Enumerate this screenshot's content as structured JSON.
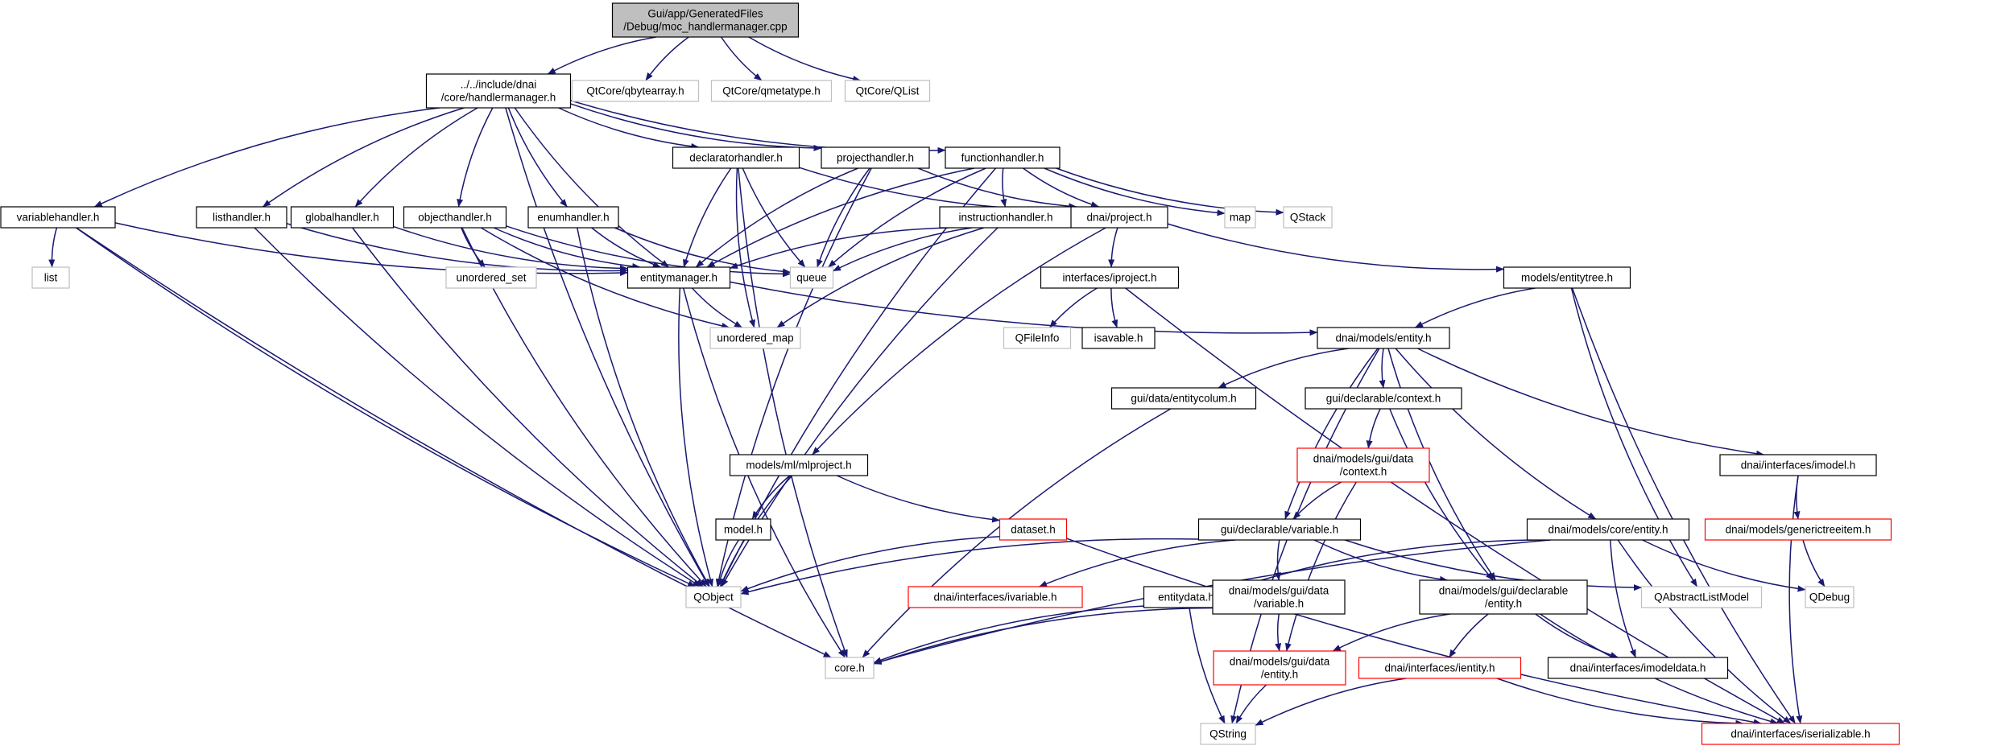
{
  "colors": {
    "edge": "#191970",
    "root_fill": "#bfbfbf",
    "node_border": "#000000",
    "missing_border": "#bfbfbf",
    "missing_text": "#7f7f7f",
    "incomplete_border": "#ff0000"
  },
  "nodes": [
    {
      "id": "root",
      "lines": [
        "Gui/app/GeneratedFiles",
        "/Debug/moc_handlermanager.cpp"
      ],
      "style": "root"
    },
    {
      "id": "handlermanager",
      "lines": [
        "../../include/dnai",
        "/core/handlermanager.h"
      ],
      "style": "normal"
    },
    {
      "id": "qbytearray",
      "lines": [
        "QtCore/qbytearray.h"
      ],
      "style": "missing"
    },
    {
      "id": "qmetatype",
      "lines": [
        "QtCore/qmetatype.h"
      ],
      "style": "missing"
    },
    {
      "id": "qlist",
      "lines": [
        "QtCore/QList"
      ],
      "style": "missing"
    },
    {
      "id": "declaratorhandler",
      "lines": [
        "declaratorhandler.h"
      ],
      "style": "normal"
    },
    {
      "id": "projecthandler",
      "lines": [
        "projecthandler.h"
      ],
      "style": "normal"
    },
    {
      "id": "functionhandler",
      "lines": [
        "functionhandler.h"
      ],
      "style": "normal"
    },
    {
      "id": "variablehandler",
      "lines": [
        "variablehandler.h"
      ],
      "style": "normal"
    },
    {
      "id": "listhandler",
      "lines": [
        "listhandler.h"
      ],
      "style": "normal"
    },
    {
      "id": "globalhandler",
      "lines": [
        "globalhandler.h"
      ],
      "style": "normal"
    },
    {
      "id": "objecthandler",
      "lines": [
        "objecthandler.h"
      ],
      "style": "normal"
    },
    {
      "id": "enumhandler",
      "lines": [
        "enumhandler.h"
      ],
      "style": "normal"
    },
    {
      "id": "instructionhandler",
      "lines": [
        "instructionhandler.h"
      ],
      "style": "normal"
    },
    {
      "id": "project",
      "lines": [
        "dnai/project.h"
      ],
      "style": "normal"
    },
    {
      "id": "map",
      "lines": [
        "map"
      ],
      "style": "missing"
    },
    {
      "id": "qstack",
      "lines": [
        "QStack"
      ],
      "style": "missing"
    },
    {
      "id": "list",
      "lines": [
        "list"
      ],
      "style": "missing"
    },
    {
      "id": "unordered_set",
      "lines": [
        "unordered_set"
      ],
      "style": "missing"
    },
    {
      "id": "entitymanager",
      "lines": [
        "entitymanager.h"
      ],
      "style": "normal"
    },
    {
      "id": "queue",
      "lines": [
        "queue"
      ],
      "style": "missing"
    },
    {
      "id": "unordered_map",
      "lines": [
        "unordered_map"
      ],
      "style": "missing"
    },
    {
      "id": "iproject",
      "lines": [
        "interfaces/iproject.h"
      ],
      "style": "normal"
    },
    {
      "id": "qfileinfo",
      "lines": [
        "QFileInfo"
      ],
      "style": "missing"
    },
    {
      "id": "isavable",
      "lines": [
        "isavable.h"
      ],
      "style": "normal"
    },
    {
      "id": "entitytree",
      "lines": [
        "models/entitytree.h"
      ],
      "style": "normal"
    },
    {
      "id": "entity",
      "lines": [
        "dnai/models/entity.h"
      ],
      "style": "normal"
    },
    {
      "id": "entitycolum",
      "lines": [
        "gui/data/entitycolum.h"
      ],
      "style": "normal"
    },
    {
      "id": "context",
      "lines": [
        "gui/declarable/context.h"
      ],
      "style": "normal"
    },
    {
      "id": "guidata_context",
      "lines": [
        "dnai/models/gui/data",
        "/context.h"
      ],
      "style": "incomplete"
    },
    {
      "id": "imodel",
      "lines": [
        "dnai/interfaces/imodel.h"
      ],
      "style": "normal"
    },
    {
      "id": "mlproject",
      "lines": [
        "models/ml/mlproject.h"
      ],
      "style": "normal"
    },
    {
      "id": "model",
      "lines": [
        "model.h"
      ],
      "style": "normal"
    },
    {
      "id": "dataset",
      "lines": [
        "dataset.h"
      ],
      "style": "incomplete"
    },
    {
      "id": "variable",
      "lines": [
        "gui/declarable/variable.h"
      ],
      "style": "normal"
    },
    {
      "id": "core_entity",
      "lines": [
        "dnai/models/core/entity.h"
      ],
      "style": "normal"
    },
    {
      "id": "generictreeitem",
      "lines": [
        "dnai/models/generictreeitem.h"
      ],
      "style": "incomplete"
    },
    {
      "id": "qobject",
      "lines": [
        "QObject"
      ],
      "style": "missing"
    },
    {
      "id": "ivariable",
      "lines": [
        "dnai/interfaces/ivariable.h"
      ],
      "style": "incomplete"
    },
    {
      "id": "entitydata",
      "lines": [
        "entitydata.h"
      ],
      "style": "normal"
    },
    {
      "id": "guidata_variable",
      "lines": [
        "dnai/models/gui/data",
        "/variable.h"
      ],
      "style": "normal"
    },
    {
      "id": "decl_entity",
      "lines": [
        "dnai/models/gui/declarable",
        "/entity.h"
      ],
      "style": "normal"
    },
    {
      "id": "qabstractlistmodel",
      "lines": [
        "QAbstractListModel"
      ],
      "style": "missing"
    },
    {
      "id": "qdebug",
      "lines": [
        "QDebug"
      ],
      "style": "missing"
    },
    {
      "id": "guidata_entity",
      "lines": [
        "dnai/models/gui/data",
        "/entity.h"
      ],
      "style": "incomplete"
    },
    {
      "id": "ientity",
      "lines": [
        "dnai/interfaces/ientity.h"
      ],
      "style": "incomplete"
    },
    {
      "id": "imodeldata",
      "lines": [
        "dnai/interfaces/imodeldata.h"
      ],
      "style": "normal"
    },
    {
      "id": "core",
      "lines": [
        "core.h"
      ],
      "style": "missing"
    },
    {
      "id": "qstring",
      "lines": [
        "QString"
      ],
      "style": "missing"
    },
    {
      "id": "iserializable",
      "lines": [
        "dnai/interfaces/iserializable.h"
      ],
      "style": "incomplete"
    }
  ],
  "edges": [
    [
      "root",
      "handlermanager"
    ],
    [
      "root",
      "qbytearray"
    ],
    [
      "root",
      "qmetatype"
    ],
    [
      "root",
      "qlist"
    ],
    [
      "handlermanager",
      "declaratorhandler"
    ],
    [
      "handlermanager",
      "projecthandler"
    ],
    [
      "handlermanager",
      "functionhandler"
    ],
    [
      "handlermanager",
      "variablehandler"
    ],
    [
      "handlermanager",
      "listhandler"
    ],
    [
      "handlermanager",
      "globalhandler"
    ],
    [
      "handlermanager",
      "objecthandler"
    ],
    [
      "handlermanager",
      "enumhandler"
    ],
    [
      "handlermanager",
      "entitymanager"
    ],
    [
      "handlermanager",
      "qobject"
    ],
    [
      "declaratorhandler",
      "entitymanager"
    ],
    [
      "declaratorhandler",
      "queue"
    ],
    [
      "declaratorhandler",
      "unordered_map"
    ],
    [
      "declaratorhandler",
      "project"
    ],
    [
      "declaratorhandler",
      "core"
    ],
    [
      "projecthandler",
      "entitymanager"
    ],
    [
      "projecthandler",
      "queue"
    ],
    [
      "projecthandler",
      "project"
    ],
    [
      "projecthandler",
      "qobject"
    ],
    [
      "functionhandler",
      "instructionhandler"
    ],
    [
      "functionhandler",
      "map"
    ],
    [
      "functionhandler",
      "qstack"
    ],
    [
      "functionhandler",
      "entitymanager"
    ],
    [
      "functionhandler",
      "queue"
    ],
    [
      "functionhandler",
      "project"
    ],
    [
      "functionhandler",
      "qobject"
    ],
    [
      "variablehandler",
      "list"
    ],
    [
      "variablehandler",
      "entitymanager"
    ],
    [
      "variablehandler",
      "qobject"
    ],
    [
      "variablehandler",
      "core"
    ],
    [
      "listhandler",
      "entitymanager"
    ],
    [
      "listhandler",
      "qobject"
    ],
    [
      "globalhandler",
      "entitymanager"
    ],
    [
      "globalhandler",
      "qobject"
    ],
    [
      "objecthandler",
      "unordered_set"
    ],
    [
      "objecthandler",
      "entitymanager"
    ],
    [
      "objecthandler",
      "queue"
    ],
    [
      "objecthandler",
      "unordered_map"
    ],
    [
      "objecthandler",
      "qobject"
    ],
    [
      "enumhandler",
      "entitymanager"
    ],
    [
      "enumhandler",
      "queue"
    ],
    [
      "enumhandler",
      "qobject"
    ],
    [
      "instructionhandler",
      "entitymanager"
    ],
    [
      "instructionhandler",
      "queue"
    ],
    [
      "instructionhandler",
      "unordered_map"
    ],
    [
      "instructionhandler",
      "qobject"
    ],
    [
      "project",
      "iproject"
    ],
    [
      "project",
      "entitytree"
    ],
    [
      "project",
      "mlproject"
    ],
    [
      "entitymanager",
      "unordered_map"
    ],
    [
      "entitymanager",
      "entity"
    ],
    [
      "entitymanager",
      "qobject"
    ],
    [
      "entitymanager",
      "core"
    ],
    [
      "iproject",
      "qfileinfo"
    ],
    [
      "iproject",
      "isavable"
    ],
    [
      "iproject",
      "iserializable"
    ],
    [
      "entitytree",
      "entity"
    ],
    [
      "entitytree",
      "qabstractlistmodel"
    ],
    [
      "entitytree",
      "iserializable"
    ],
    [
      "entity",
      "entitycolum"
    ],
    [
      "entity",
      "context"
    ],
    [
      "entity",
      "variable"
    ],
    [
      "entity",
      "decl_entity"
    ],
    [
      "entity",
      "core_entity"
    ],
    [
      "entity",
      "imodel"
    ],
    [
      "entity",
      "qstring"
    ],
    [
      "entitycolum",
      "core"
    ],
    [
      "context",
      "guidata_context"
    ],
    [
      "context",
      "decl_entity"
    ],
    [
      "guidata_context",
      "variable"
    ],
    [
      "guidata_context",
      "guidata_entity"
    ],
    [
      "imodel",
      "generictreeitem"
    ],
    [
      "imodel",
      "iserializable"
    ],
    [
      "mlproject",
      "model"
    ],
    [
      "mlproject",
      "dataset"
    ],
    [
      "mlproject",
      "qobject"
    ],
    [
      "model",
      "qobject"
    ],
    [
      "dataset",
      "qobject"
    ],
    [
      "dataset",
      "iserializable"
    ],
    [
      "variable",
      "ivariable"
    ],
    [
      "variable",
      "guidata_variable"
    ],
    [
      "variable",
      "decl_entity"
    ],
    [
      "variable",
      "qabstractlistmodel"
    ],
    [
      "variable",
      "qobject"
    ],
    [
      "core_entity",
      "entitydata"
    ],
    [
      "core_entity",
      "core"
    ],
    [
      "core_entity",
      "imodeldata"
    ],
    [
      "core_entity",
      "qdebug"
    ],
    [
      "core_entity",
      "iserializable"
    ],
    [
      "generictreeitem",
      "qdebug"
    ],
    [
      "entitydata",
      "core"
    ],
    [
      "entitydata",
      "qstring"
    ],
    [
      "guidata_variable",
      "guidata_entity"
    ],
    [
      "guidata_variable",
      "core"
    ],
    [
      "decl_entity",
      "guidata_entity"
    ],
    [
      "decl_entity",
      "ientity"
    ],
    [
      "decl_entity",
      "imodeldata"
    ],
    [
      "decl_entity",
      "iserializable"
    ],
    [
      "guidata_entity",
      "qstring"
    ],
    [
      "ientity",
      "qstring"
    ],
    [
      "ientity",
      "iserializable"
    ]
  ]
}
